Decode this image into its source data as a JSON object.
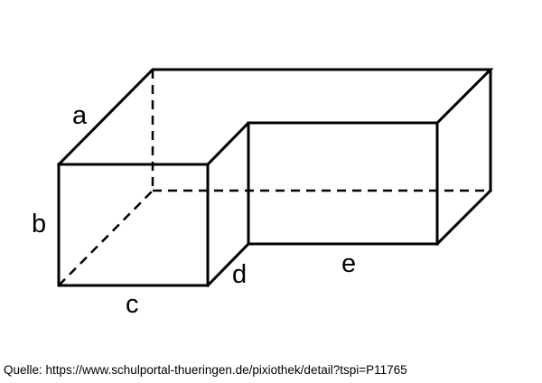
{
  "diagram": {
    "labels": {
      "a": "a",
      "b": "b",
      "c": "c",
      "d": "d",
      "e": "e"
    }
  },
  "source": {
    "text": "Quelle: https://www.schulportal-thueringen.de/pixiothek/detail?tspi=P11765"
  }
}
